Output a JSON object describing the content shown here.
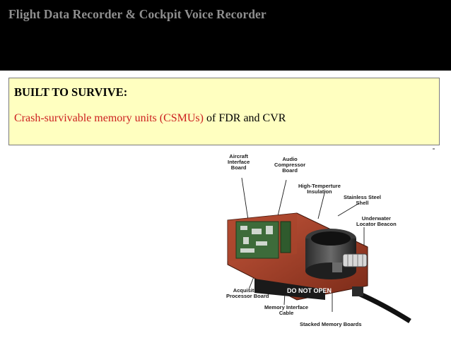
{
  "header": {
    "title": "Flight Data Recorder & Cockpit Voice Recorder"
  },
  "panel": {
    "heading": "BUILT TO SURVIVE:",
    "line_part1": "Crash-survivable memory units (CSMUs)",
    "line_part2": " of  FDR and CVR"
  },
  "figure": {
    "labels": {
      "aircraft_interface_board": "Aircraft\nInterface\nBoard",
      "audio_compressor_board": "Audio\nCompressor\nBoard",
      "high_temperature_insulation": "High-Temperture\nInsulation",
      "stainless_steel_shell": "Stainless Steel\nShell",
      "underwater_locator_beacon": "Underwater\nLocator Beacon",
      "acquisition_processor_board": "Acquisition\nProcessor Board",
      "memory_interface_cable": "Memory Interface\nCable",
      "stacked_memory_boards": "Stacked Memory Boards",
      "device_text": "DO NOT OPEN"
    }
  },
  "colors": {
    "header_bg": "#000000",
    "header_text": "#8f8f8f",
    "panel_bg": "#ffffc0",
    "accent_red": "#cc1f1f"
  }
}
